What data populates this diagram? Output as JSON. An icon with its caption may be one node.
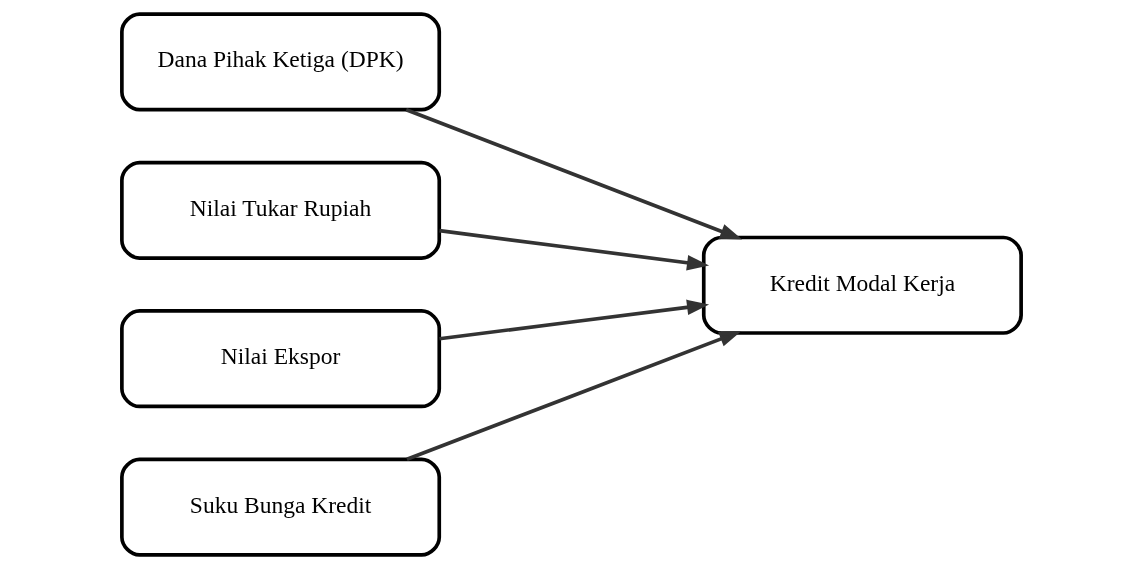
{
  "diagram": {
    "nodes": [
      {
        "text": [
          "Dana Pihak Ketiga (DPK)"
        ]
      },
      {
        "text": [
          "Nilai Tukar Rupiah"
        ]
      },
      {
        "text": [
          "Nilai Ekspor"
        ]
      },
      {
        "text": [
          "Suku Bunga Kredit"
        ]
      },
      {
        "text": [
          "Kredit Modal Kerja"
        ]
      }
    ],
    "edges": [
      {
        "from": 0,
        "to": 4,
        "arrow": "to"
      },
      {
        "from": 1,
        "to": 4,
        "arrow": "to"
      },
      {
        "from": 2,
        "to": 4,
        "arrow": "to"
      },
      {
        "from": 3,
        "to": 4,
        "arrow": "to"
      }
    ]
  }
}
